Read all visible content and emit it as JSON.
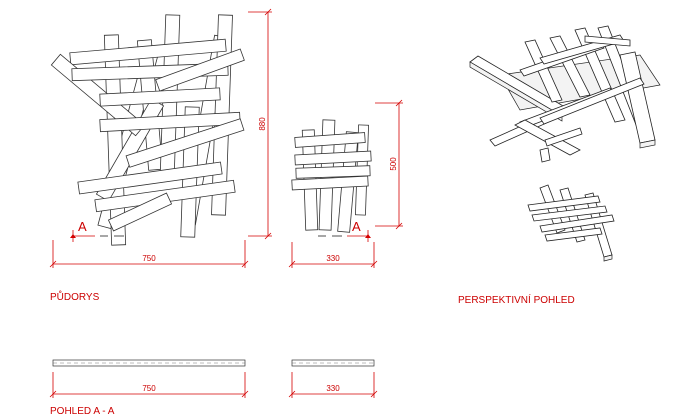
{
  "sections": {
    "plan_title": "PŮDORYS",
    "perspective_title": "PERSPEKTIVNÍ POHLED",
    "section_title": "POHLED A - A"
  },
  "dimensions": {
    "plan_large_width": "750",
    "plan_large_height": "880",
    "plan_small_width": "330",
    "plan_small_height": "500",
    "section_large_width": "750",
    "section_small_width": "330"
  },
  "section_marks": {
    "left": "A",
    "right": "A"
  },
  "colors": {
    "dimension": "#d40000",
    "text": "#cc0000",
    "line": "#333333"
  }
}
